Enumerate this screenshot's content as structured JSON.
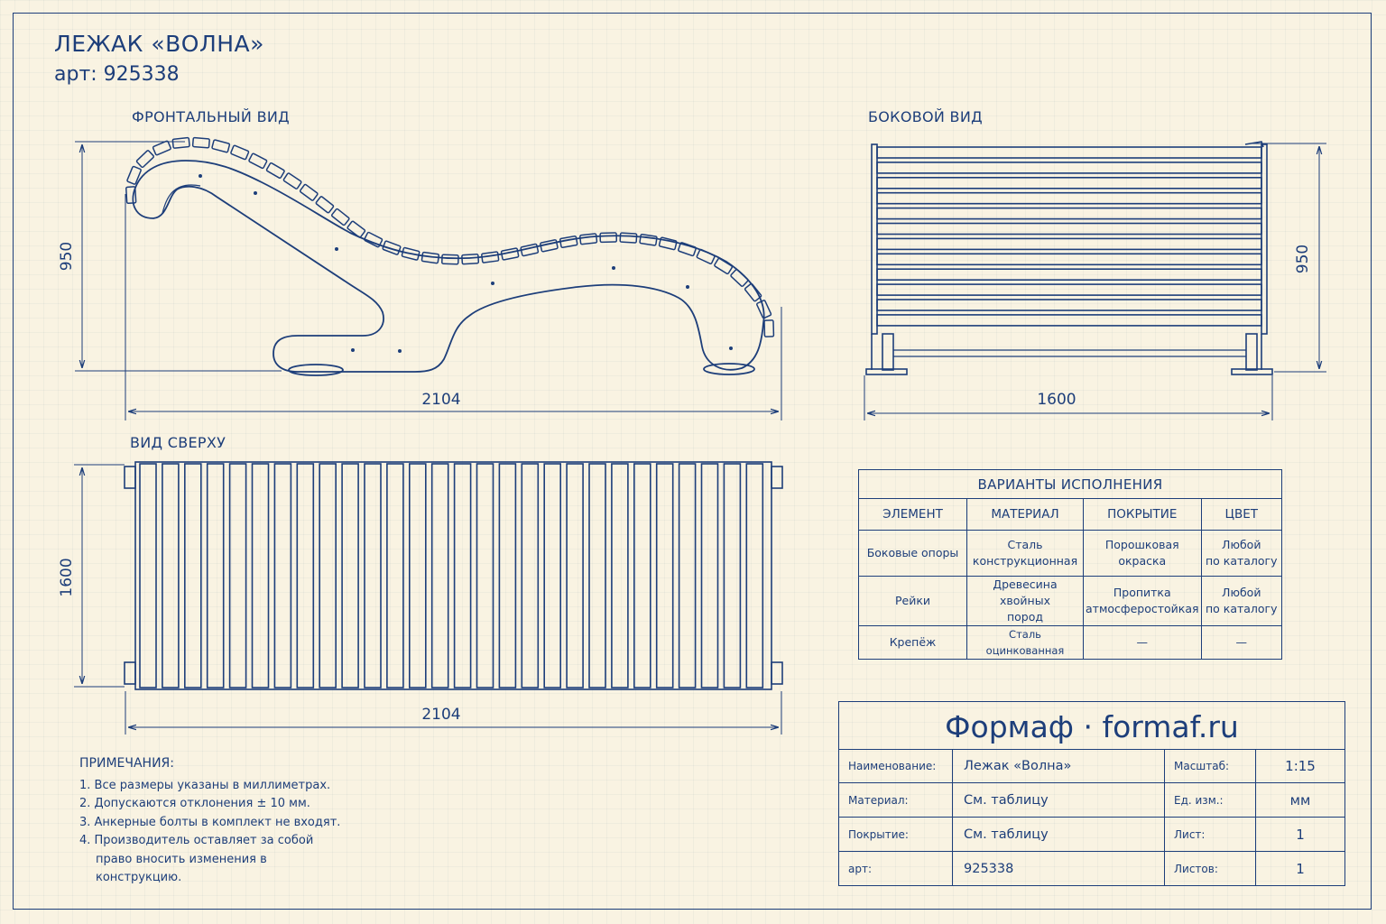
{
  "sheet": {
    "title": "ЛЕЖАК «ВОЛНА»",
    "article": "арт: 925338",
    "colors": {
      "ink": "#1d3e7a",
      "paper": "#f9f3e2"
    }
  },
  "views": {
    "front": {
      "label": "ФРОНТАЛЬНЫЙ ВИД",
      "width": "2104",
      "height": "950"
    },
    "side": {
      "label": "БОКОВОЙ ВИД",
      "width": "1600",
      "height": "950"
    },
    "top": {
      "label": "ВИД СВЕРХУ",
      "width": "2104",
      "depth": "1600"
    }
  },
  "variants": {
    "caption": "ВАРИАНТЫ ИСПОЛНЕНИЯ",
    "headers": [
      "ЭЛЕМЕНТ",
      "МАТЕРИАЛ",
      "ПОКРЫТИЕ",
      "ЦВЕТ"
    ],
    "rows": [
      {
        "element": "Боковые опоры",
        "material_l1": "Сталь",
        "material_l2": "конструкционная",
        "coating_l1": "Порошковая",
        "coating_l2": "окраска",
        "color_l1": "Любой",
        "color_l2": "по каталогу"
      },
      {
        "element": "Рейки",
        "material_l1": "Древесина хвойных",
        "material_l2": "пород",
        "coating_l1": "Пропитка",
        "coating_l2": "атмосферостойкая",
        "color_l1": "Любой",
        "color_l2": "по каталогу"
      },
      {
        "element": "Крепёж",
        "material_l1": "Сталь оцинкованная",
        "material_l2": "",
        "coating_l1": "—",
        "coating_l2": "",
        "color_l1": "—",
        "color_l2": ""
      }
    ]
  },
  "notes": {
    "heading": "ПРИМЕЧАНИЯ:",
    "items": [
      "1.  Все размеры указаны в миллиметрах.",
      "2.  Допускаются отклонения ± 10 мм.",
      "3.  Анкерные болты в комплект не входят.",
      "4.  Производитель оставляет за собой право вносить изменения в конструкцию."
    ]
  },
  "stamp": {
    "brand": "Формаф · formaf.ru",
    "rows": [
      {
        "label": "Наименование:",
        "value": "Лежак «Волна»",
        "rlabel": "Масштаб:",
        "rvalue": "1:15"
      },
      {
        "label": "Материал:",
        "value": "См. таблицу",
        "rlabel": "Ед. изм.:",
        "rvalue": "мм"
      },
      {
        "label": "Покрытие:",
        "value": "См. таблицу",
        "rlabel": "Лист:",
        "rvalue": "1"
      },
      {
        "label": "арт:",
        "value": "925338",
        "rlabel": "Листов:",
        "rvalue": "1"
      }
    ]
  }
}
